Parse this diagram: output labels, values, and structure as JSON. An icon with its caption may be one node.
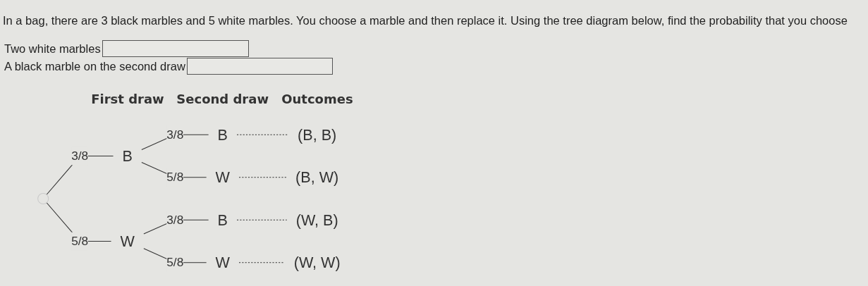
{
  "diagram": {
    "nodes": [
      {
        "text": [],
        "shape": "circle"
      },
      {
        "text": [
          "B"
        ]
      },
      {
        "text": [
          "W"
        ]
      },
      {
        "text": [
          "B"
        ]
      },
      {
        "text": [
          "W"
        ]
      },
      {
        "text": [
          "B"
        ]
      },
      {
        "text": [
          "W"
        ]
      },
      {
        "text": [
          "(B, B)"
        ]
      },
      {
        "text": [
          "(B, W)"
        ]
      },
      {
        "text": [
          "(W, B)"
        ]
      },
      {
        "text": [
          "(W, W)"
        ]
      }
    ],
    "edges": [
      {
        "from": 0,
        "to": 1,
        "arrow": "none",
        "label": "3/8"
      },
      {
        "from": 0,
        "to": 2,
        "arrow": "none",
        "label": "5/8"
      },
      {
        "from": 1,
        "to": 3,
        "arrow": "none",
        "label": "3/8"
      },
      {
        "from": 1,
        "to": 4,
        "arrow": "none",
        "label": "5/8"
      },
      {
        "from": 2,
        "to": 5,
        "arrow": "none",
        "label": "3/8"
      },
      {
        "from": 2,
        "to": 6,
        "arrow": "none",
        "label": "5/8"
      },
      {
        "from": 3,
        "to": 7,
        "arrow": "none",
        "style": "dashed"
      },
      {
        "from": 4,
        "to": 8,
        "arrow": "none",
        "style": "dashed"
      },
      {
        "from": 5,
        "to": 9,
        "arrow": "none",
        "style": "dashed"
      },
      {
        "from": 6,
        "to": 10,
        "arrow": "none",
        "style": "dashed"
      }
    ],
    "labels": [
      "In a bag, there are 3 black marbles and 5 white marbles. You choose a marble and then replace it. Using the tree diagram below, find the probability that you choose",
      "Two white marbles",
      "A black marble on the second draw",
      "First draw",
      "Second draw",
      "Outcomes"
    ]
  }
}
